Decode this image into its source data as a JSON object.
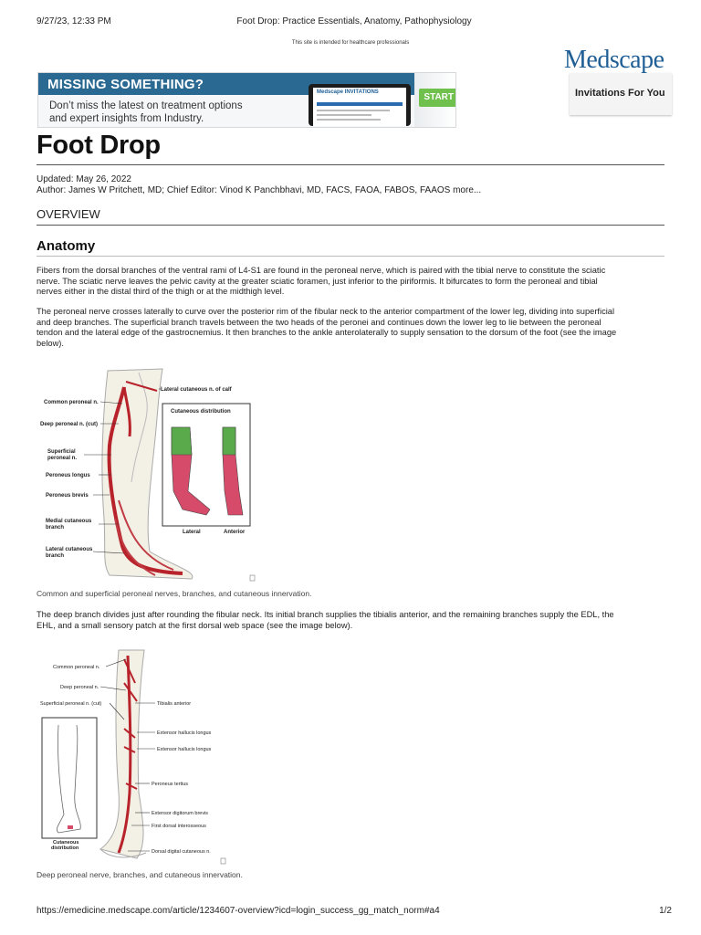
{
  "print_header": {
    "datetime": "9/27/23, 12:33 PM",
    "doc_title": "Foot Drop: Practice Essentials, Anatomy, Pathophysiology"
  },
  "notice": "This site is intended for healthcare professionals",
  "logo_text": "Medscape",
  "invitations_label": "Invitations For You",
  "ad": {
    "headline": "MISSING SOMETHING?",
    "copy_line1": "Don’t miss the latest on treatment options",
    "copy_line2": "and expert insights from Industry.",
    "device_brand": "Medscape INVITATIONS",
    "cta": "START HERE"
  },
  "article": {
    "title": "Foot Drop",
    "updated": "Updated: May 26, 2022",
    "author": "Author: James W Pritchett, MD; Chief Editor: Vinod K Panchbhavi, MD, FACS, FAOA, FABOS, FAAOS  more...",
    "section": "OVERVIEW",
    "subsection": "Anatomy",
    "paragraphs": [
      [
        "Fibers from the dorsal branches of the ventral rami of L4-S1 are found in the peroneal nerve, which is paired with the tibial nerve to constitute the sciatic",
        "nerve. The sciatic nerve leaves the pelvic cavity at the greater sciatic foramen, just inferior to the piriformis. It bifurcates to form the peroneal and tibial",
        "nerves either in the distal third of the thigh or at the midthigh level."
      ],
      [
        "The peroneal nerve crosses laterally to curve over the posterior rim of the fibular neck to the anterior compartment of the lower leg, dividing into superficial",
        "and deep branches. The superficial branch travels between the two heads of the peronei and continues down the lower leg to lie between the peroneal",
        "tendon and the lateral edge of the gastrocnemius. It then branches to the ankle anterolaterally to supply sensation to the dorsum of the foot (see the image",
        "below)."
      ],
      [
        "The deep branch divides just after rounding the fibular neck. Its initial branch supplies the tibialis anterior, and the remaining branches supply the EDL, the",
        "EHL, and a small sensory patch at the first dorsal web space (see the image below)."
      ]
    ]
  },
  "figure1": {
    "caption": "Common and superficial peroneal nerves, branches, and cutaneous innervation.",
    "labels": {
      "common_peroneal": "Common peroneal n.",
      "deep_peroneal_cut": "Deep peroneal n. (cut)",
      "superficial_1": "Superficial",
      "superficial_2": "peroneal n.",
      "peroneus_longus": "Peroneus longus",
      "peroneus_brevis": "Peroneus brevis",
      "medial_1": "Medial cutaneous",
      "medial_2": "branch",
      "lateral_branch_1": "Lateral cutaneous",
      "lateral_branch_2": "branch",
      "lateral_calf": "Lateral cutaneous n. of calf",
      "inset_title": "Cutaneous distribution",
      "inset_lateral": "Lateral",
      "inset_anterior": "Anterior"
    }
  },
  "figure2": {
    "caption": "Deep peroneal nerve, branches, and cutaneous innervation.",
    "labels": {
      "common_peroneal": "Common peroneal n.",
      "deep_peroneal": "Deep peroneal n.",
      "superficial_cut": "Superficial peroneal n. (cut)",
      "tibialis_anterior": "Tibialis anterior",
      "ext_hallucis_longus_1": "Extensor hallucis longus",
      "ext_hallucis_longus_2": "Extensor hallucis longus",
      "peroneus_tertius": "Peroneus tertius",
      "ext_digitorum_brevis": "Extensor digitorum brevis",
      "first_dorsal_interosseous": "First dorsal interosseous",
      "dorsal_digital": "Dorsal digital cutaneous n.",
      "inset_1": "Cutaneous",
      "inset_2": "distribution"
    }
  },
  "footer": {
    "url": "https://emedicine.medscape.com/article/1234607-overview?icd=login_success_gg_match_norm#a4",
    "page": "1/2"
  },
  "colors": {
    "brand_blue": "#1f5f96",
    "ad_band": "#2a6a92",
    "cta_green": "#6fc04d",
    "nerve_red": "#b8232b",
    "lateral_green": "#5aa94a",
    "dermatome_pink": "#d64a6a"
  }
}
